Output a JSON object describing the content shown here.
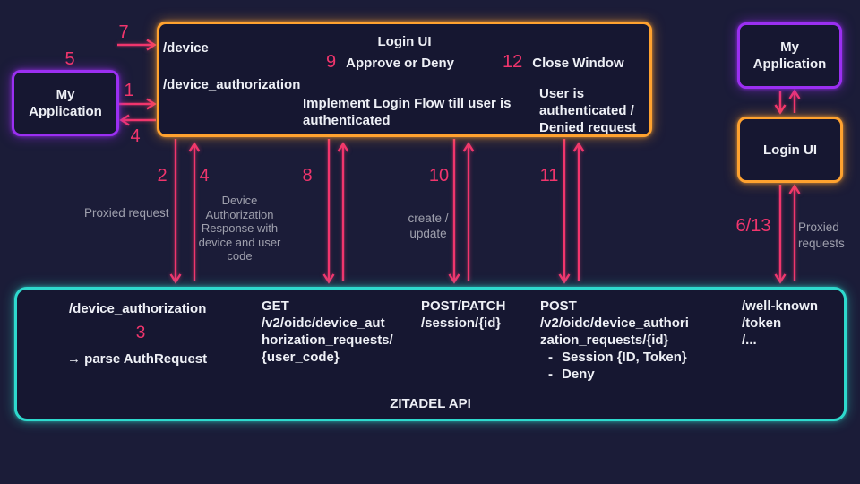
{
  "colors": {
    "background": "#1b1c38",
    "pink": "#f1356d",
    "orange": "#ffa22f",
    "purple": "#9b2ff2",
    "teal": "#2ed9cd",
    "gray": "#9fa0ad"
  },
  "left_app": {
    "label": "My Application"
  },
  "right_app": {
    "label": "My Application"
  },
  "right_login": {
    "label": "Login UI"
  },
  "top_box": {
    "endpoint_device": "/device",
    "endpoint_device_auth": "/device_authorization",
    "title": "Login UI",
    "step9_num": "9",
    "step9_label": "Approve or Deny",
    "step12_num": "12",
    "step12_label": "Close Window",
    "login_flow_lines": [
      "Implement Login Flow till user is",
      "authenticated"
    ],
    "user_status_lines": [
      "User is",
      "authenticated /",
      "Denied request"
    ]
  },
  "steps": {
    "s1": "1",
    "s2": "2",
    "s3": "3",
    "s4_left": "4",
    "s4_mid": "4",
    "s5": "5",
    "s6_13": "6/13",
    "s7": "7",
    "s8": "8",
    "s10": "10",
    "s11": "11"
  },
  "annotations": {
    "proxied_request": "Proxied request",
    "device_auth_response_lines": [
      "Device",
      "Authorization",
      "Response with",
      "device and user",
      "code"
    ],
    "create_update_lines": [
      "create /",
      "update"
    ],
    "proxied_requests_lines": [
      "Proxied",
      "requests"
    ]
  },
  "api_box": {
    "title": "ZITADEL API",
    "device_auth_endpoint": "/device_authorization",
    "parse_note": "→ parse AuthRequest",
    "get_lines": [
      "GET",
      "/v2/oidc/device_aut",
      "horization_requests/",
      "{user_code}"
    ],
    "session_lines": [
      "POST/PATCH",
      "/session/{id}"
    ],
    "post_lines": [
      "POST",
      "/v2/oidc/device_authori",
      "zation_requests/{id}"
    ],
    "bullet_dash": "-",
    "post_bullets": [
      "Session {ID, Token}",
      "Deny"
    ],
    "wellknown_lines": [
      "/well-known",
      "/token",
      "/..."
    ]
  }
}
